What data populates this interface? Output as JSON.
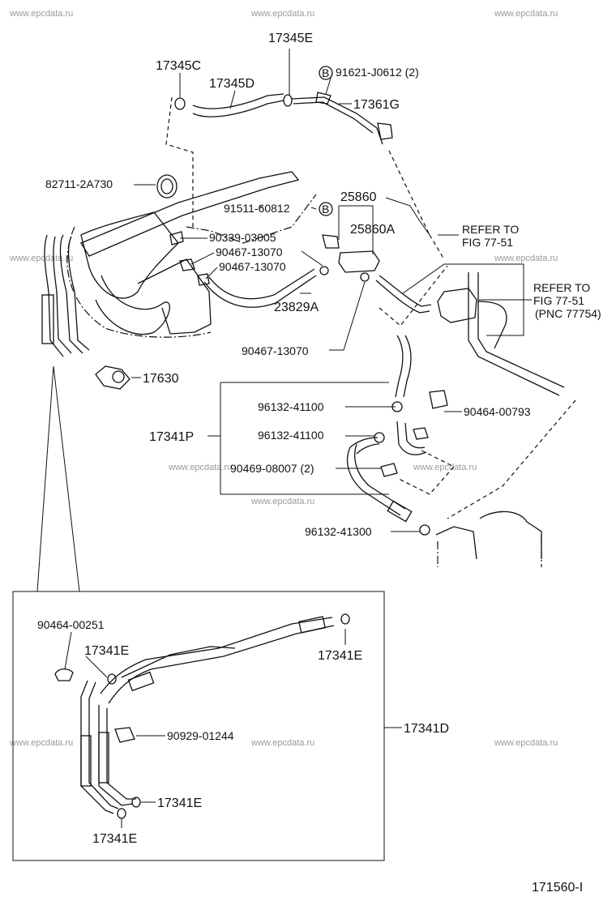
{
  "watermark": "www.epcdata.ru",
  "figure_code": "171560-I",
  "labels": {
    "p17345E": "17345E",
    "p17345C": "17345C",
    "p17345D": "17345D",
    "p91621": "91621-J0612 (2)",
    "p17361G": "17361G",
    "p82711": "82711-2A730",
    "p25860": "25860",
    "p91511": "91511-60812",
    "p25860A": "25860A",
    "p90339": "90339-03005",
    "p90467a": "90467-13070",
    "p90467b": "90467-13070",
    "p23829A": "23829A",
    "p90467c": "90467-13070",
    "refer1_line1": "REFER TO",
    "refer1_line2": "FIG 77-51",
    "refer2_line1": "REFER TO",
    "refer2_line2": "FIG 77-51",
    "refer2_line3": "(PNC 77754)",
    "p17630": "17630",
    "p96132a": "96132-41100",
    "p90464b": "90464-00793",
    "p17341P": "17341P",
    "p96132b": "96132-41100",
    "p90469": "90469-08007 (2)",
    "p96132c": "96132-41300",
    "p90464a": "90464-00251",
    "p17341E_1": "17341E",
    "p17341E_2": "17341E",
    "p17341D": "17341D",
    "p90929": "90929-01244",
    "p17341E_3": "17341E",
    "p17341E_4": "17341E",
    "circle_b": "B"
  }
}
